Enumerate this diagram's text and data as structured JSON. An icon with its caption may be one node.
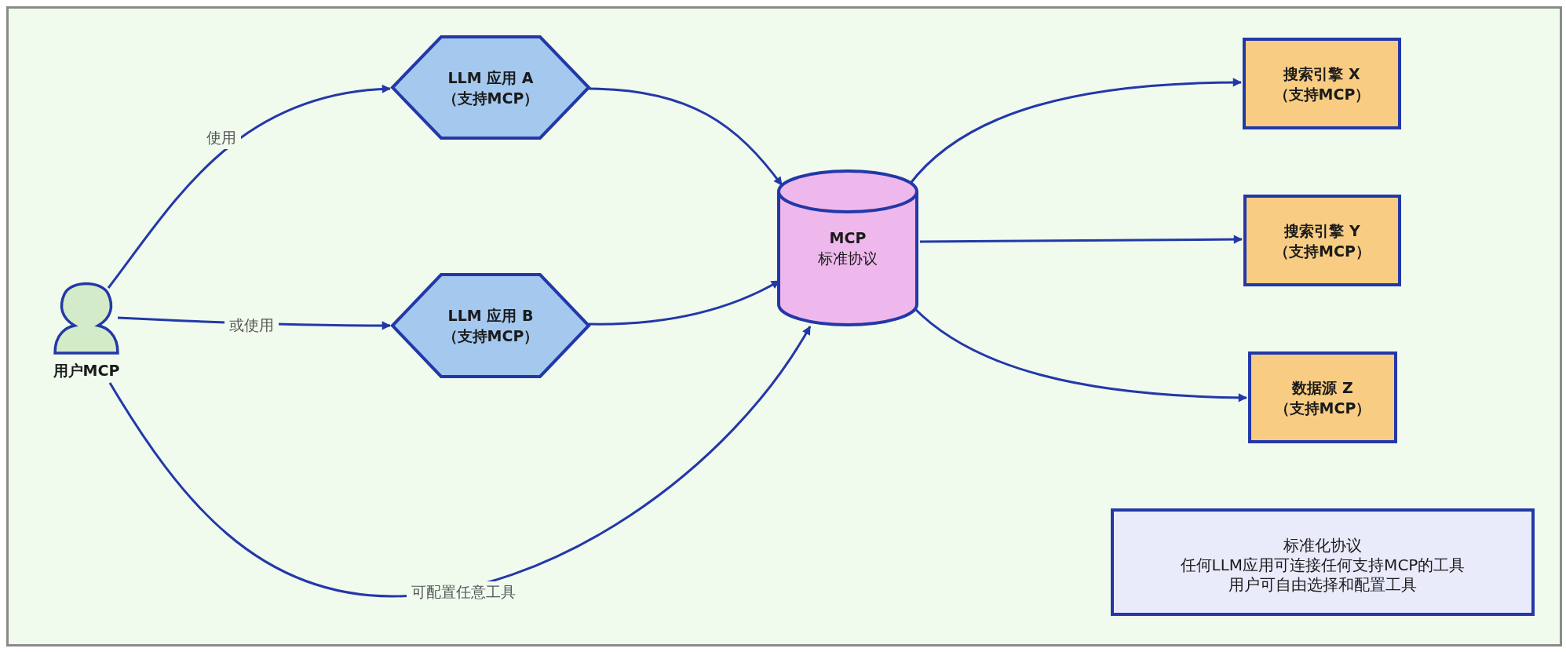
{
  "diagram": {
    "nodes": [
      {
        "text": [
          "用户MCP"
        ]
      },
      {
        "text": [
          "LLM 应用 A",
          "（支持MCP）"
        ]
      },
      {
        "text": [
          "LLM 应用 B",
          "（支持MCP）"
        ]
      },
      {
        "text": [
          "MCP",
          "标准协议"
        ]
      },
      {
        "text": [
          "搜索引擎 X",
          "（支持MCP）"
        ]
      },
      {
        "text": [
          "搜索引擎 Y",
          "（支持MCP）"
        ]
      },
      {
        "text": [
          "数据源 Z",
          "（支持MCP）"
        ]
      },
      {
        "text": [
          "标准化协议",
          "任何LLM应用可连接任何支持MCP的工具",
          "用户可自由选择和配置工具"
        ]
      }
    ],
    "edges": [
      {
        "from": 0,
        "to": 1,
        "arrow": "to",
        "label": "使用"
      },
      {
        "from": 0,
        "to": 2,
        "arrow": "to",
        "label": "或使用"
      },
      {
        "from": 0,
        "to": 3,
        "arrow": "to",
        "label": "可配置任意工具"
      },
      {
        "from": 1,
        "to": 3,
        "arrow": "to"
      },
      {
        "from": 2,
        "to": 3,
        "arrow": "to"
      },
      {
        "from": 3,
        "to": 4,
        "arrow": "to"
      },
      {
        "from": 3,
        "to": 5,
        "arrow": "to"
      },
      {
        "from": 3,
        "to": 6,
        "arrow": "to"
      }
    ]
  }
}
